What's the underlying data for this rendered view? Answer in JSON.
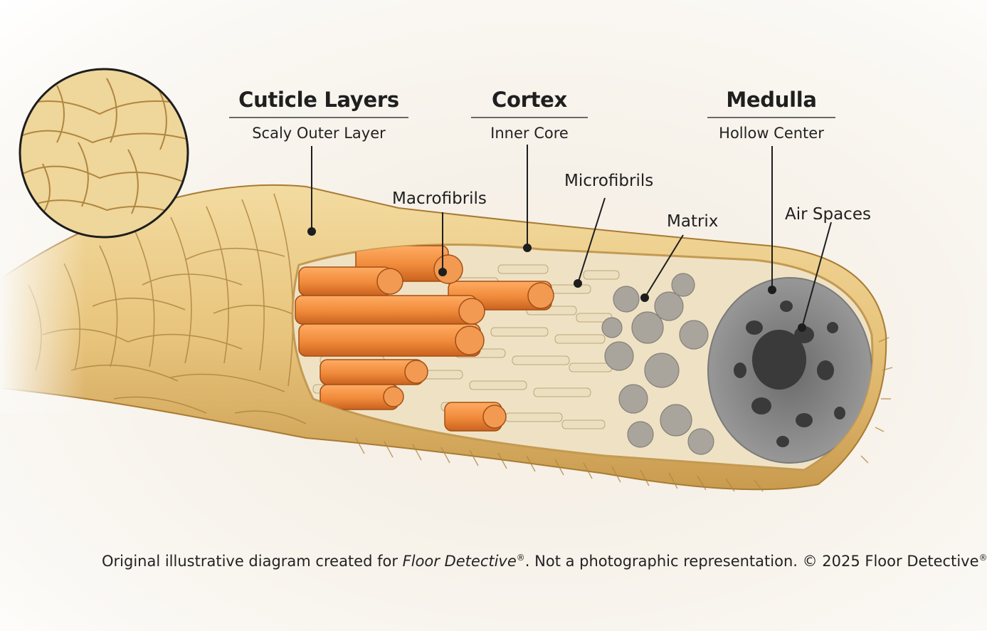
{
  "headers": {
    "cuticle": {
      "title": "Cuticle Layers",
      "subtitle": "Scaly Outer Layer"
    },
    "cortex": {
      "title": "Cortex",
      "subtitle": "Inner Core"
    },
    "medulla": {
      "title": "Medulla",
      "subtitle": "Hollow Center"
    }
  },
  "labels": {
    "macrofibrils": "Macrofibrils",
    "microfibrils": "Microfibrils",
    "matrix": "Matrix",
    "air_spaces": "Air Spaces"
  },
  "credit": {
    "prefix": "Original illustrative diagram created for ",
    "brand": "Floor Detective",
    "reg": "®",
    "middle": ". Not a photographic representation. © 2025 Floor Detective",
    "reg2": "®"
  },
  "colors": {
    "cuticle": "#e6c27a",
    "cuticle_dark": "#b98d3e",
    "macrofibril": "#f08a3a",
    "microfibril": "#e8d8b4",
    "matrix": "#a8a39c",
    "medulla": "#8d8d8d",
    "air_space": "#3a3a3a"
  }
}
